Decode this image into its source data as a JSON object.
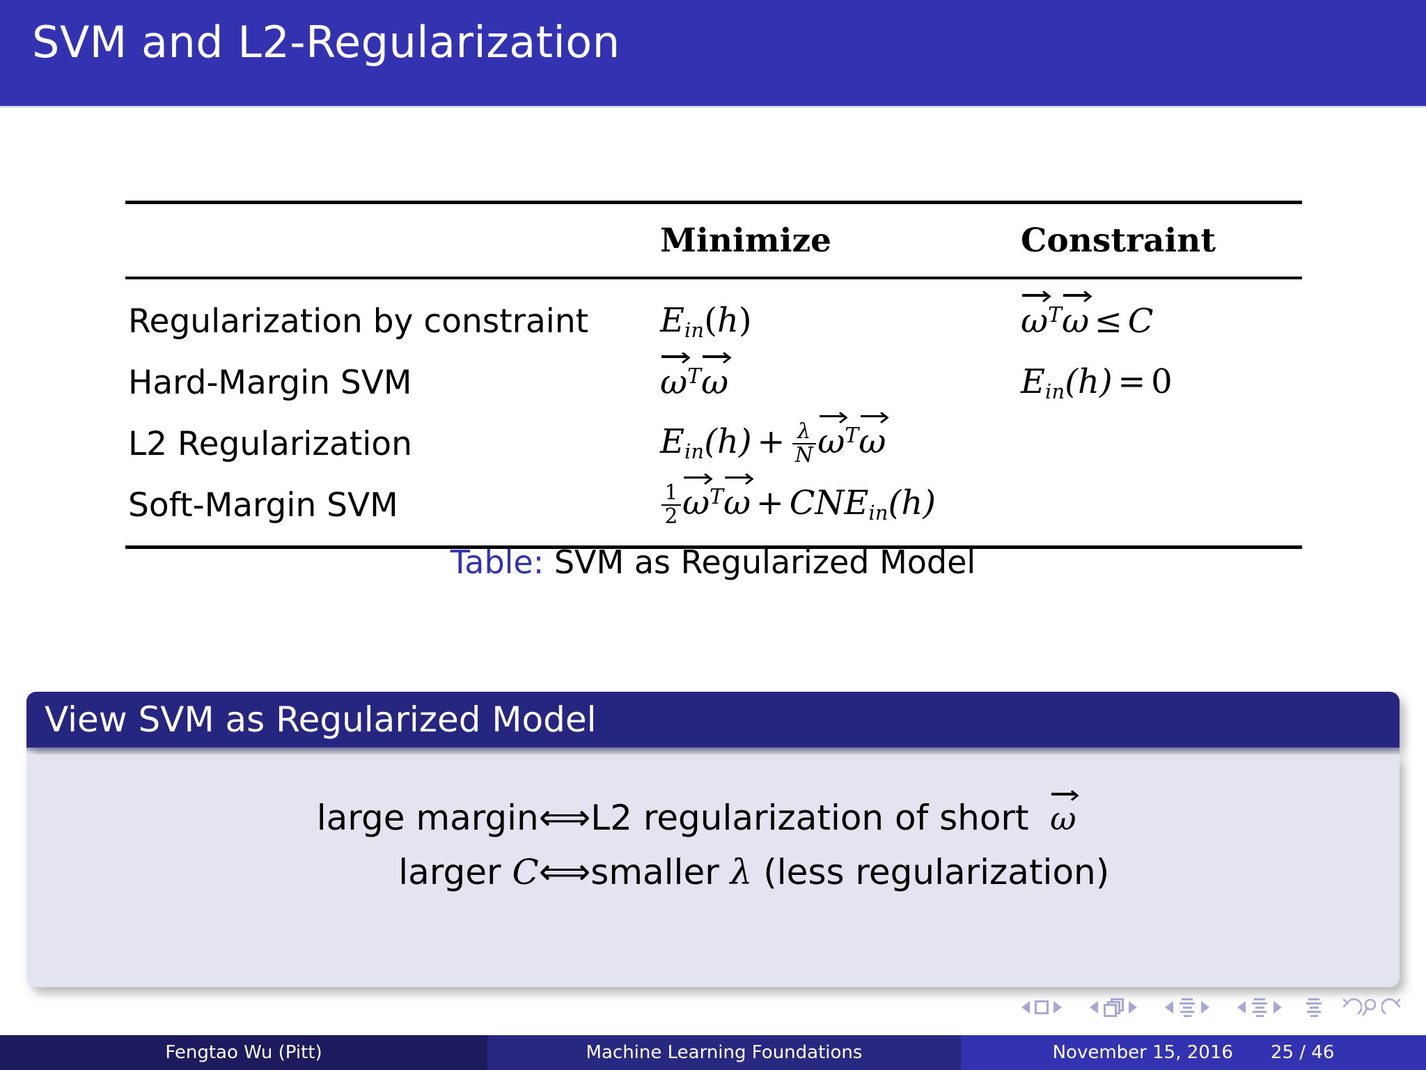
{
  "slide": {
    "title": "SVM and L2-Regularization",
    "theme_colors": {
      "title_bar": "#3333B2",
      "block_title": "#262680",
      "block_body": "#E4E4F0",
      "footer_author": "#1B1B5E",
      "footer_title": "#282880",
      "footer_meta": "#3333B2",
      "caption_keyword": "#3333B2",
      "nav_symbol": "#A8A8D8"
    }
  },
  "table": {
    "caption_keyword": "Table:",
    "caption_text": "SVM as Regularized Model",
    "columns": [
      "",
      "Minimize",
      "Constraint"
    ],
    "rows": [
      {
        "label": "Regularization by constraint",
        "minimize": "E_in(h)",
        "constraint": "ω⃗^T ω⃗ ≤ C"
      },
      {
        "label": "Hard-Margin SVM",
        "minimize": "ω⃗^T ω⃗",
        "constraint": "E_in(h) = 0"
      },
      {
        "label": "L2 Regularization",
        "minimize": "E_in(h) + (λ/N) ω⃗^T ω⃗",
        "constraint": ""
      },
      {
        "label": "Soft-Margin SVM",
        "minimize": "(1/2) ω⃗^T ω⃗ + C N E_in(h)",
        "constraint": ""
      }
    ]
  },
  "block": {
    "title": "View SVM as Regularized Model",
    "equivalences": [
      {
        "left": "large margin",
        "arrow": "⟺",
        "right_pre": "L2 regularization of short ",
        "right_sym": "ω",
        "right_post": ""
      },
      {
        "left_pre": "larger ",
        "left_sym": "C",
        "arrow": "⟺",
        "right_pre": "smaller ",
        "right_sym": "λ",
        "right_post": " (less regularization)"
      }
    ],
    "row1_left": "large margin",
    "row1_right_prefix": "L2 regularization of short",
    "row2_left_prefix": "larger",
    "row2_left_symbol": "C",
    "row2_right_prefix": "smaller",
    "row2_right_symbol": "λ",
    "row2_right_suffix": "(less regularization)",
    "arrow": "⟺"
  },
  "nav": {
    "items": [
      "slide-prev",
      "slide-current",
      "slide-next",
      "frame-prev",
      "frame-current",
      "frame-next",
      "subsection-prev",
      "subsection-current",
      "subsection-next",
      "section-prev",
      "section-current",
      "section-next",
      "document",
      "back",
      "search",
      "forward"
    ]
  },
  "footer": {
    "author": "Fengtao Wu  (Pitt)",
    "title": "Machine Learning Foundations",
    "date": "November 15, 2016",
    "page": "25 / 46"
  }
}
